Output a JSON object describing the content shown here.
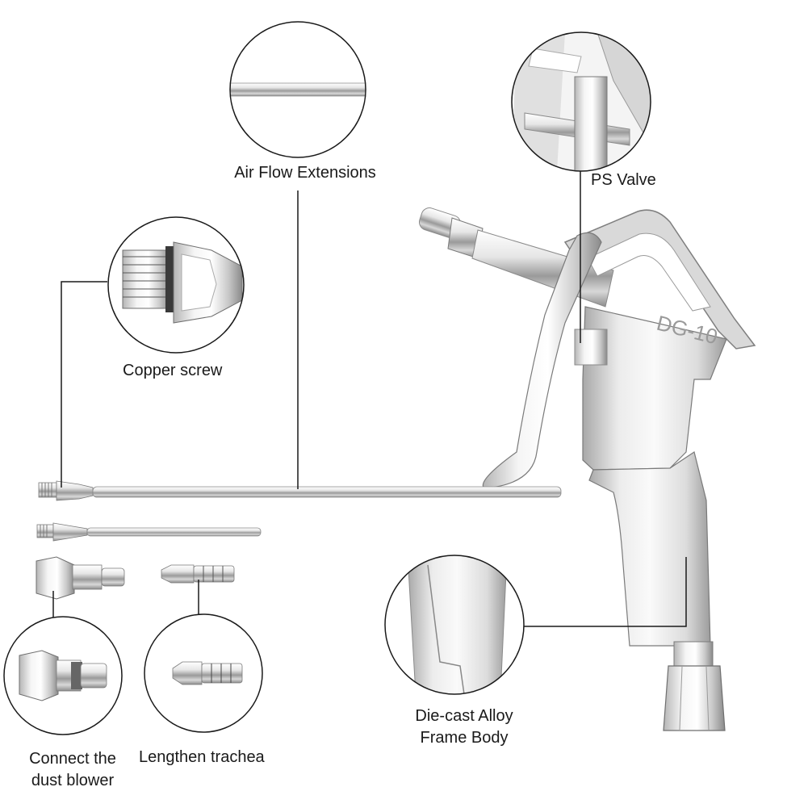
{
  "callouts": {
    "air_flow_extensions": "Air Flow Extensions",
    "ps_valve": "PS Valve",
    "copper_screw": "Copper screw",
    "die_cast_line1": "Die-cast Alloy",
    "die_cast_line2": "Frame Body",
    "connect_line1": "Connect the",
    "connect_line2": "dust blower",
    "lengthen_trachea": "Lengthen trachea"
  },
  "product": {
    "model_marking": "DG-10"
  },
  "colors": {
    "metal_light": "#f2f2f2",
    "metal_mid": "#c4c4c4",
    "metal_dark": "#7a7a7a",
    "line": "#1a1a1a"
  }
}
